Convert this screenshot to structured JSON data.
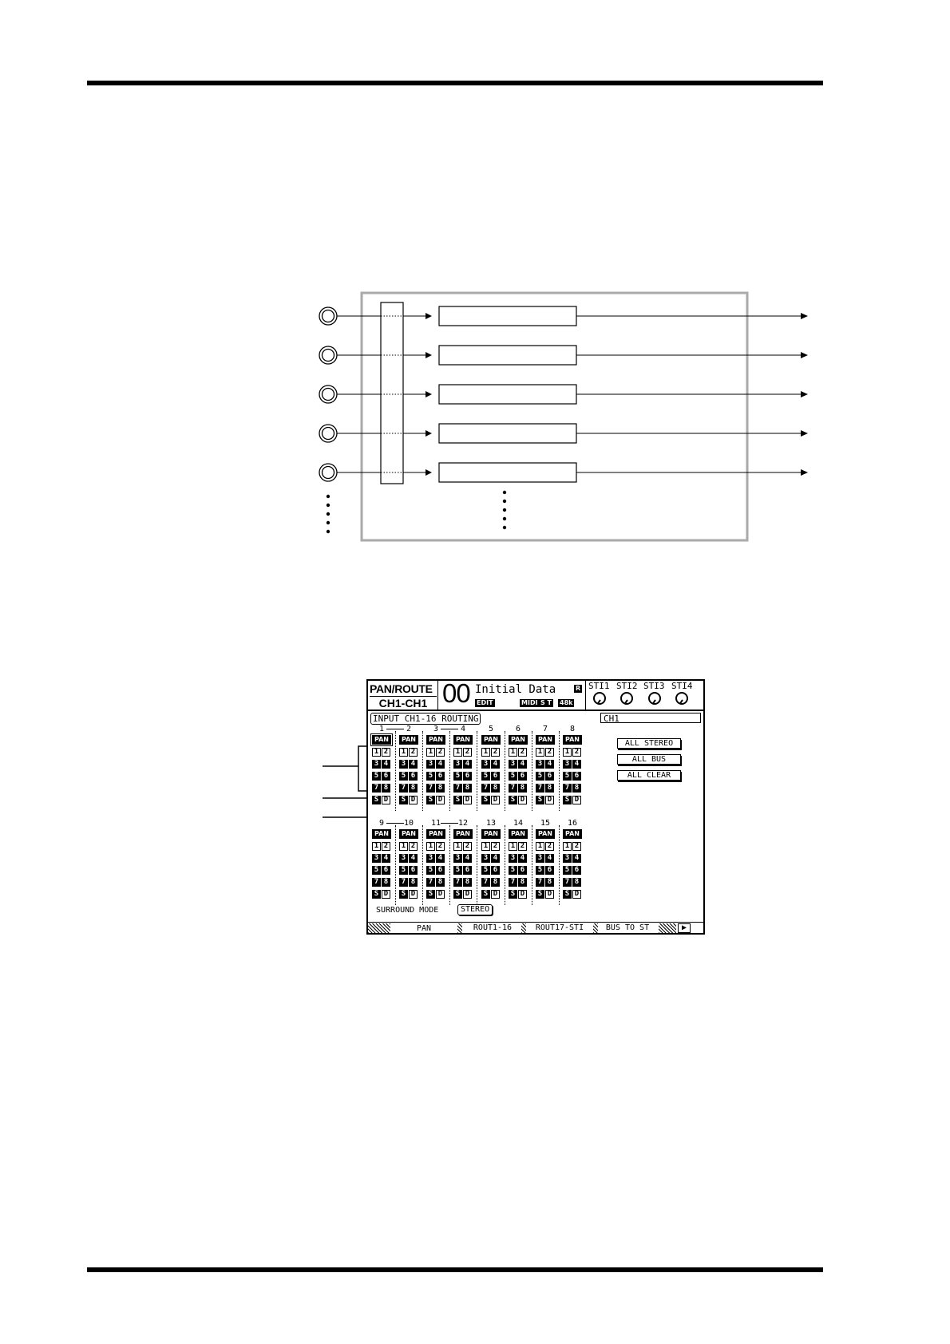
{
  "lcd": {
    "title_line1": "PAN/ROUTE",
    "title_line2": "CH1-CH1",
    "scene_number": "00",
    "scene_title": "Initial Data",
    "edit_badge": "EDIT",
    "midi_badge": "MIDI",
    "st_badge": "S T",
    "rate_badge": "48k",
    "r_badge": "R",
    "st_labels": [
      "STI1",
      "STI2",
      "STI3",
      "STI4"
    ],
    "routing_label": "INPUT CH1-16 ROUTING",
    "channel_name": "CH1",
    "buttons": [
      "ALL STEREO",
      "ALL BUS",
      "ALL CLEAR"
    ],
    "row1_channels": [
      "1",
      "2",
      "3",
      "4",
      "5",
      "6",
      "7",
      "8"
    ],
    "row2_channels": [
      "9",
      "10",
      "11",
      "12",
      "13",
      "14",
      "15",
      "16"
    ],
    "pan_label": "PAN",
    "bus_labels": [
      "1",
      "2",
      "3",
      "4",
      "5",
      "6",
      "7",
      "8"
    ],
    "stereo_label": "S",
    "direct_label": "D",
    "surround_mode_label": "SURROUND MODE",
    "surround_mode_value": "STEREO",
    "tabs": [
      "PAN",
      "ROUT1-16",
      "ROUT17-STI",
      "BUS TO ST"
    ],
    "tab_arrow": "▶"
  }
}
